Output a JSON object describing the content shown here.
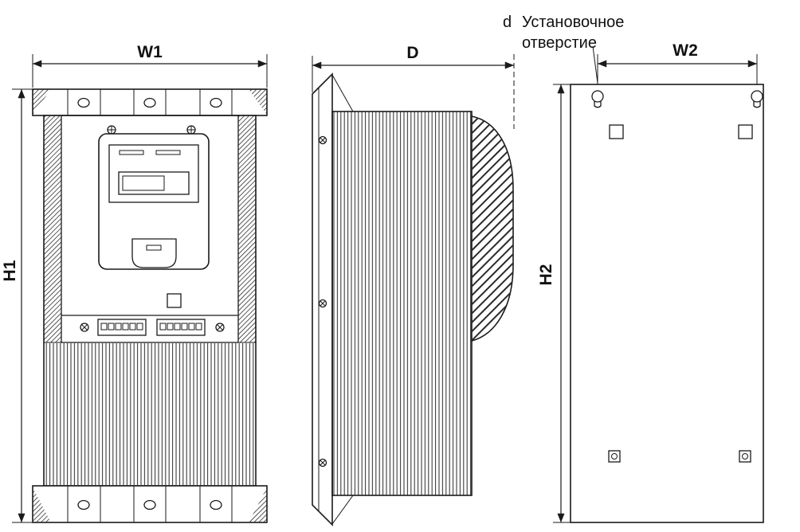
{
  "diagram": {
    "type": "technical-dimension-drawing",
    "background": "#ffffff",
    "line_color": "#1a1a1a",
    "views": {
      "front": {
        "width_label": "W1",
        "height_label": "H1"
      },
      "side": {
        "depth_label": "D"
      },
      "back": {
        "width_label": "W2",
        "height_label": "H2"
      }
    },
    "annotations": {
      "hole_diameter_label": "d",
      "mounting_hole_note_line1": "Установочное",
      "mounting_hole_note_line2": "отверстие"
    }
  }
}
